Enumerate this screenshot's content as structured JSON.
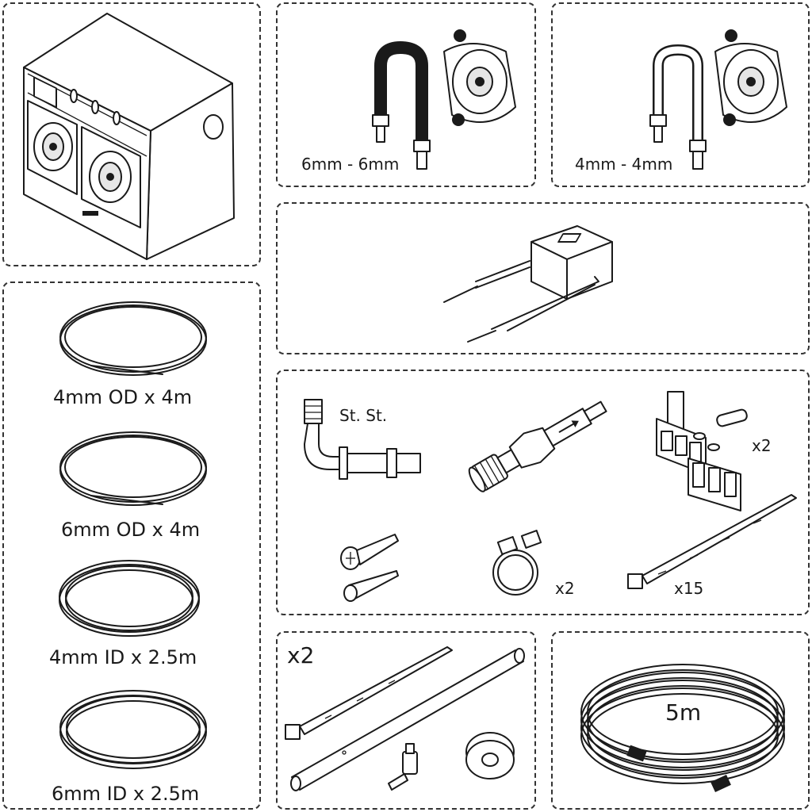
{
  "parts": {
    "pump_kit_6mm": {
      "label": "6mm - 6mm"
    },
    "pump_kit_4mm": {
      "label": "4mm - 4mm"
    },
    "tubing": [
      {
        "label": "4mm OD x 4m"
      },
      {
        "label": "6mm OD x 4m"
      },
      {
        "label": "4mm ID x 2.5m"
      },
      {
        "label": "6mm ID x 2.5m"
      }
    ],
    "injection_fitting": {
      "label": "St. St."
    },
    "terminal_blocks": {
      "quantity": "x2"
    },
    "hose_clips": {
      "quantity": "x2"
    },
    "cable_ties": {
      "quantity": "x15"
    },
    "lance_kit": {
      "quantity": "x2"
    },
    "hose_5m": {
      "label": "5m"
    }
  },
  "colors": {
    "line": "#1a1a1a",
    "border": "#333333",
    "background": "#ffffff"
  }
}
